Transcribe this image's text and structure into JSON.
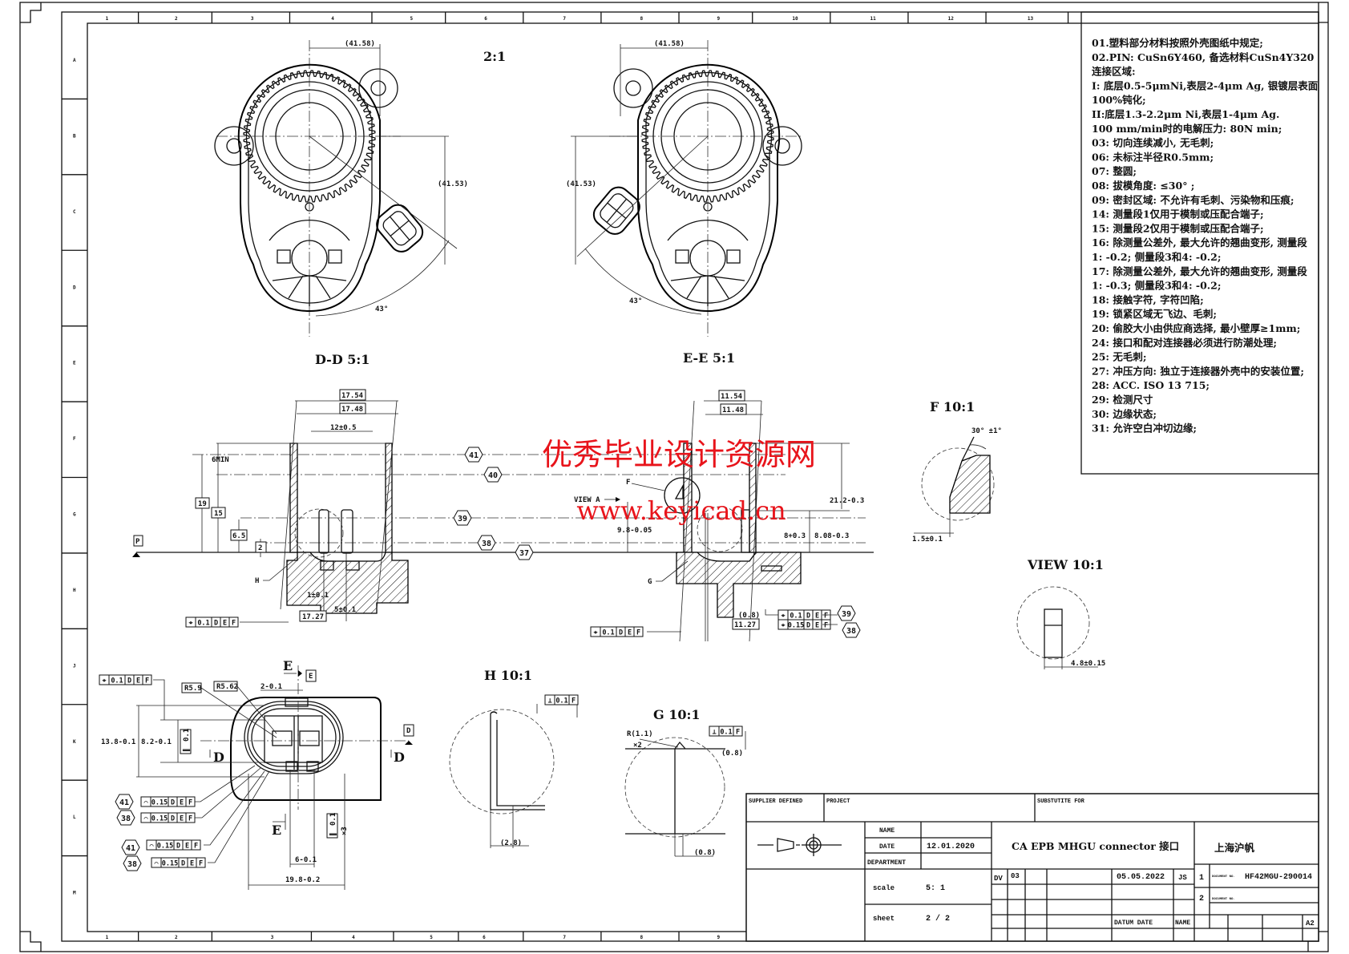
{
  "frame": {
    "col_numbers": [
      "1",
      "2",
      "3",
      "4",
      "5",
      "6",
      "7",
      "8",
      "9",
      "10",
      "11",
      "12",
      "13"
    ],
    "bottom_col_numbers": [
      "1",
      "2",
      "3",
      "4",
      "5",
      "6",
      "7",
      "8",
      "9"
    ],
    "row_letters": [
      "A",
      "B",
      "C",
      "D",
      "E",
      "F",
      "G",
      "H",
      "J",
      "K",
      "L",
      "M"
    ]
  },
  "views": {
    "scale_top": "2:1",
    "dd": "D-D 5:1",
    "ee": "E-E 5:1",
    "f": "F 10:1",
    "view": "VIEW 10:1",
    "h": "H 10:1",
    "g": "G 10:1"
  },
  "dims": {
    "top_dd_w": "(41.58)",
    "top_dd_h": "(41.53)",
    "top_dd_ang": "43°",
    "top_ee_w": "(41.58)",
    "top_ee_h": "(41.53)",
    "top_ee_ang": "43°",
    "d1754": "17.54",
    "d1748": "17.48",
    "d12": "12±0.5",
    "d6min": "6MIN",
    "d19": "19",
    "d15": "15",
    "d65": "6.5",
    "d2": "2",
    "datum_p": "P",
    "lbl_h": "H",
    "d1": "1±0.1",
    "d5": "5±0.1",
    "d1727": "17.27",
    "d1154": "11.54",
    "d1148": "11.48",
    "lbl_f": "F",
    "view_a": "VIEW A",
    "d98": "9.8-0.05",
    "d8": "8+0.3",
    "d8b": "8.08-0.3",
    "d212": "21.2-0.3",
    "lbl_g": "G",
    "d1127": "11.27",
    "d08": "(0.8)",
    "f_ang": "30° ±1°",
    "f_15": "1.5±0.1",
    "v_48": "4.8±0.15",
    "h_28": "(2.8)",
    "g_r": "R(1.1)",
    "g_x2": "×2",
    "g_08a": "(0.8)",
    "g_08b": "(0.8)",
    "b_r59": "R5.9",
    "b_r562": "R5.62",
    "b_2": "2-0.1",
    "b_138": "13.8-0.1",
    "b_82": "8.2-0.1",
    "b_e": "E",
    "b_e2": "E",
    "b_d": "D",
    "b_d2": "D",
    "b_6": "6-0.1",
    "b_198": "19.8-0.2",
    "b_x3": "×3"
  },
  "balloons": {
    "b41": "41",
    "b40": "40",
    "b39": "39",
    "b38": "38",
    "b37": "37",
    "r39": "39",
    "r38": "38",
    "l41a": "41",
    "l38a": "38",
    "l41b": "41",
    "l38b": "38"
  },
  "fcf": {
    "pos": "⌖",
    "perp": "⊥",
    "par": "∥",
    "prof": "⌒",
    "v01": "0.1",
    "v015": "0.15",
    "D": "D",
    "E": "E",
    "F": "F"
  },
  "notes": [
    "01.塑料部分材料按照外壳图纸中规定;",
    "02.PIN: CuSn6Y460, 备选材料CuSn4Y320",
    "连接区域:",
    "I: 底层0.5-5μmNi,表层2-4μm Ag, 银镀层表面",
    "100%钝化;",
    "II:底层1.3-2.2μm Ni,表层1-4μm Ag.",
    "  100 mm/min时的电解压力: 80N min;",
    "03: 切向连续减小, 无毛刺;",
    "06: 未标注半径R0.5mm;",
    "07: 整圆;",
    "08: 拔模角度: ≤30° ;",
    "09: 密封区域: 不允许有毛刺、污染物和压痕;",
    "14: 测量段1仅用于模制或压配合端子;",
    "15: 测量段2仅用于模制或压配合端子;",
    "16: 除测量公差外, 最大允许的翘曲变形, 测量段",
    "1: -0.2; 侧量段3和4: -0.2;",
    "17: 除测量公差外, 最大允许的翘曲变形, 测量段",
    "1: -0.3; 侧量段3和4: -0.2;",
    "18: 接触字符, 字符凹陷;",
    "19: 锁紧区域无飞边、毛刺;",
    "20: 偷胶大小由供应商选择, 最小壁厚≥1mm;",
    "24: 接口和配对连接器必须进行防潮处理;",
    "25: 无毛刺;",
    "27: 冲压方向: 独立于连接器外壳中的安装位置;",
    "28: ACC. ISO 13 715;",
    "29: 检测尺寸",
    "30: 边缘状态;",
    "31: 允许空白冲切边缘;"
  ],
  "watermark": {
    "line1": "优秀毕业设计资源网",
    "line2": "www.keyicad.cn",
    "color": "#e8141b"
  },
  "title_block": {
    "supplier_defined": "SUPPLIER DEFINED",
    "project": "PROJECT",
    "substitute_for": "SUBSTUTITE FOR",
    "name_label": "NAME",
    "date_label": "DATE",
    "date_value": "12.01.2020",
    "department_label": "DEPARTMENT",
    "title": "CA EPB MHGU connector 接口",
    "company": "上海沪帆",
    "scale_label": "scale",
    "scale_value": "5: 1",
    "sheet_label": "sheet",
    "sheet_value": "2 / 2",
    "dv": "DV",
    "rev": "03",
    "rev_date": "05.05.2022",
    "rev_name": "JS",
    "datum_date": "DATUM DATE",
    "name_col": "NAME",
    "doc1_idx": "1",
    "doc2_idx": "2",
    "doc_no_label": "DOCUMENT NO.",
    "doc_no_label2": "DOCUMENT NO.",
    "doc_no": "HF42MGU-290014",
    "format": "A2"
  }
}
